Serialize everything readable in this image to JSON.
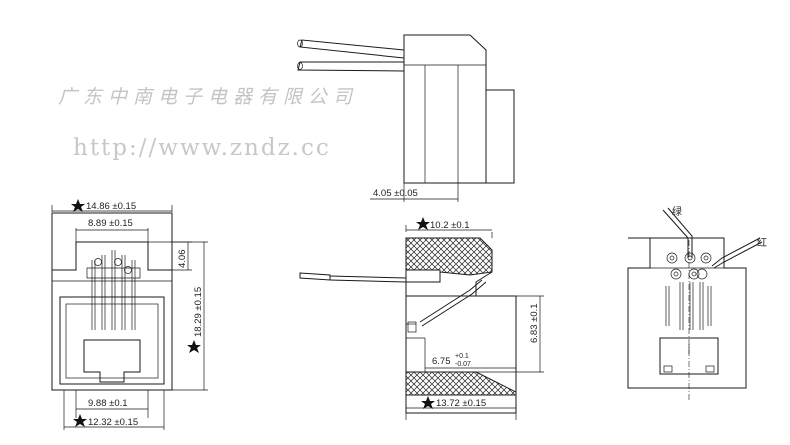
{
  "watermark": {
    "company": "广东中南电子电器有限公司",
    "url": "http://www.zndz.cc"
  },
  "dimensions": {
    "top_view_depth": "4.05 ±0.05",
    "front_width_total": "14.86 ±0.15",
    "front_width_inner": "8.89 ±0.15",
    "front_step_height": "4.06",
    "front_height": "18.29 ±0.15",
    "front_bottom_inner": "9.88 ±0.1",
    "front_bottom_outer": "12.32 ±0.15",
    "section_top": "10.2 ±0.1",
    "section_height": "6.83 ±0.1",
    "section_inner_depth_base": "6.75",
    "section_inner_depth_upper": "+0.1",
    "section_inner_depth_lower": "-0.07",
    "section_bottom": "13.72 ±0.15"
  },
  "wire_labels": {
    "green": "绿",
    "red": "红"
  }
}
